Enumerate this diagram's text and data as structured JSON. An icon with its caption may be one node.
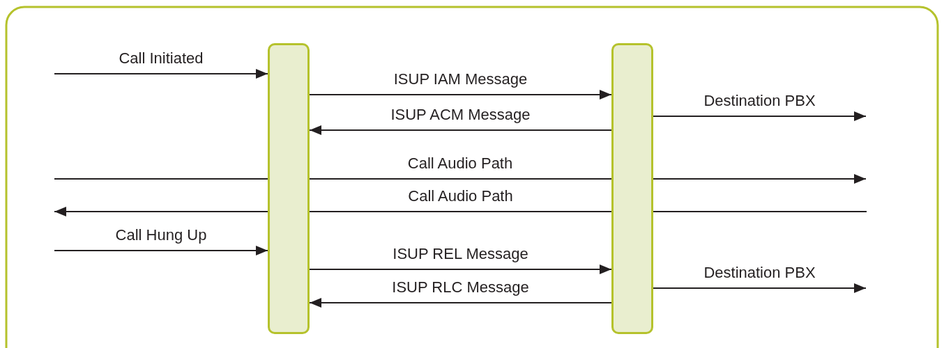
{
  "diagram": {
    "nodes": [
      {
        "text": [],
        "shape": "bar"
      },
      {
        "text": [],
        "shape": "bar"
      }
    ],
    "edges": [
      {
        "from": null,
        "to": 0,
        "arrow": "to",
        "label": "Call Initiated"
      },
      {
        "from": 0,
        "to": 1,
        "arrow": "to",
        "label": "ISUP IAM Message"
      },
      {
        "from": 1,
        "to": 0,
        "arrow": "to",
        "label": "ISUP ACM Message"
      },
      {
        "from": 1,
        "to": null,
        "arrow": "to",
        "label": "Destination PBX"
      },
      {
        "from": null,
        "to": 0,
        "arrow": "to",
        "label": "Call Hung Up"
      },
      {
        "from": 0,
        "to": 1,
        "arrow": "to",
        "label": "ISUP REL Message"
      },
      {
        "from": 1,
        "to": 0,
        "arrow": "to",
        "label": "ISUP RLC Message"
      },
      {
        "from": 1,
        "to": null,
        "arrow": "to",
        "label": "Destination PBX"
      }
    ],
    "labels": [
      "Call Audio Path",
      "Call Audio Path"
    ]
  }
}
